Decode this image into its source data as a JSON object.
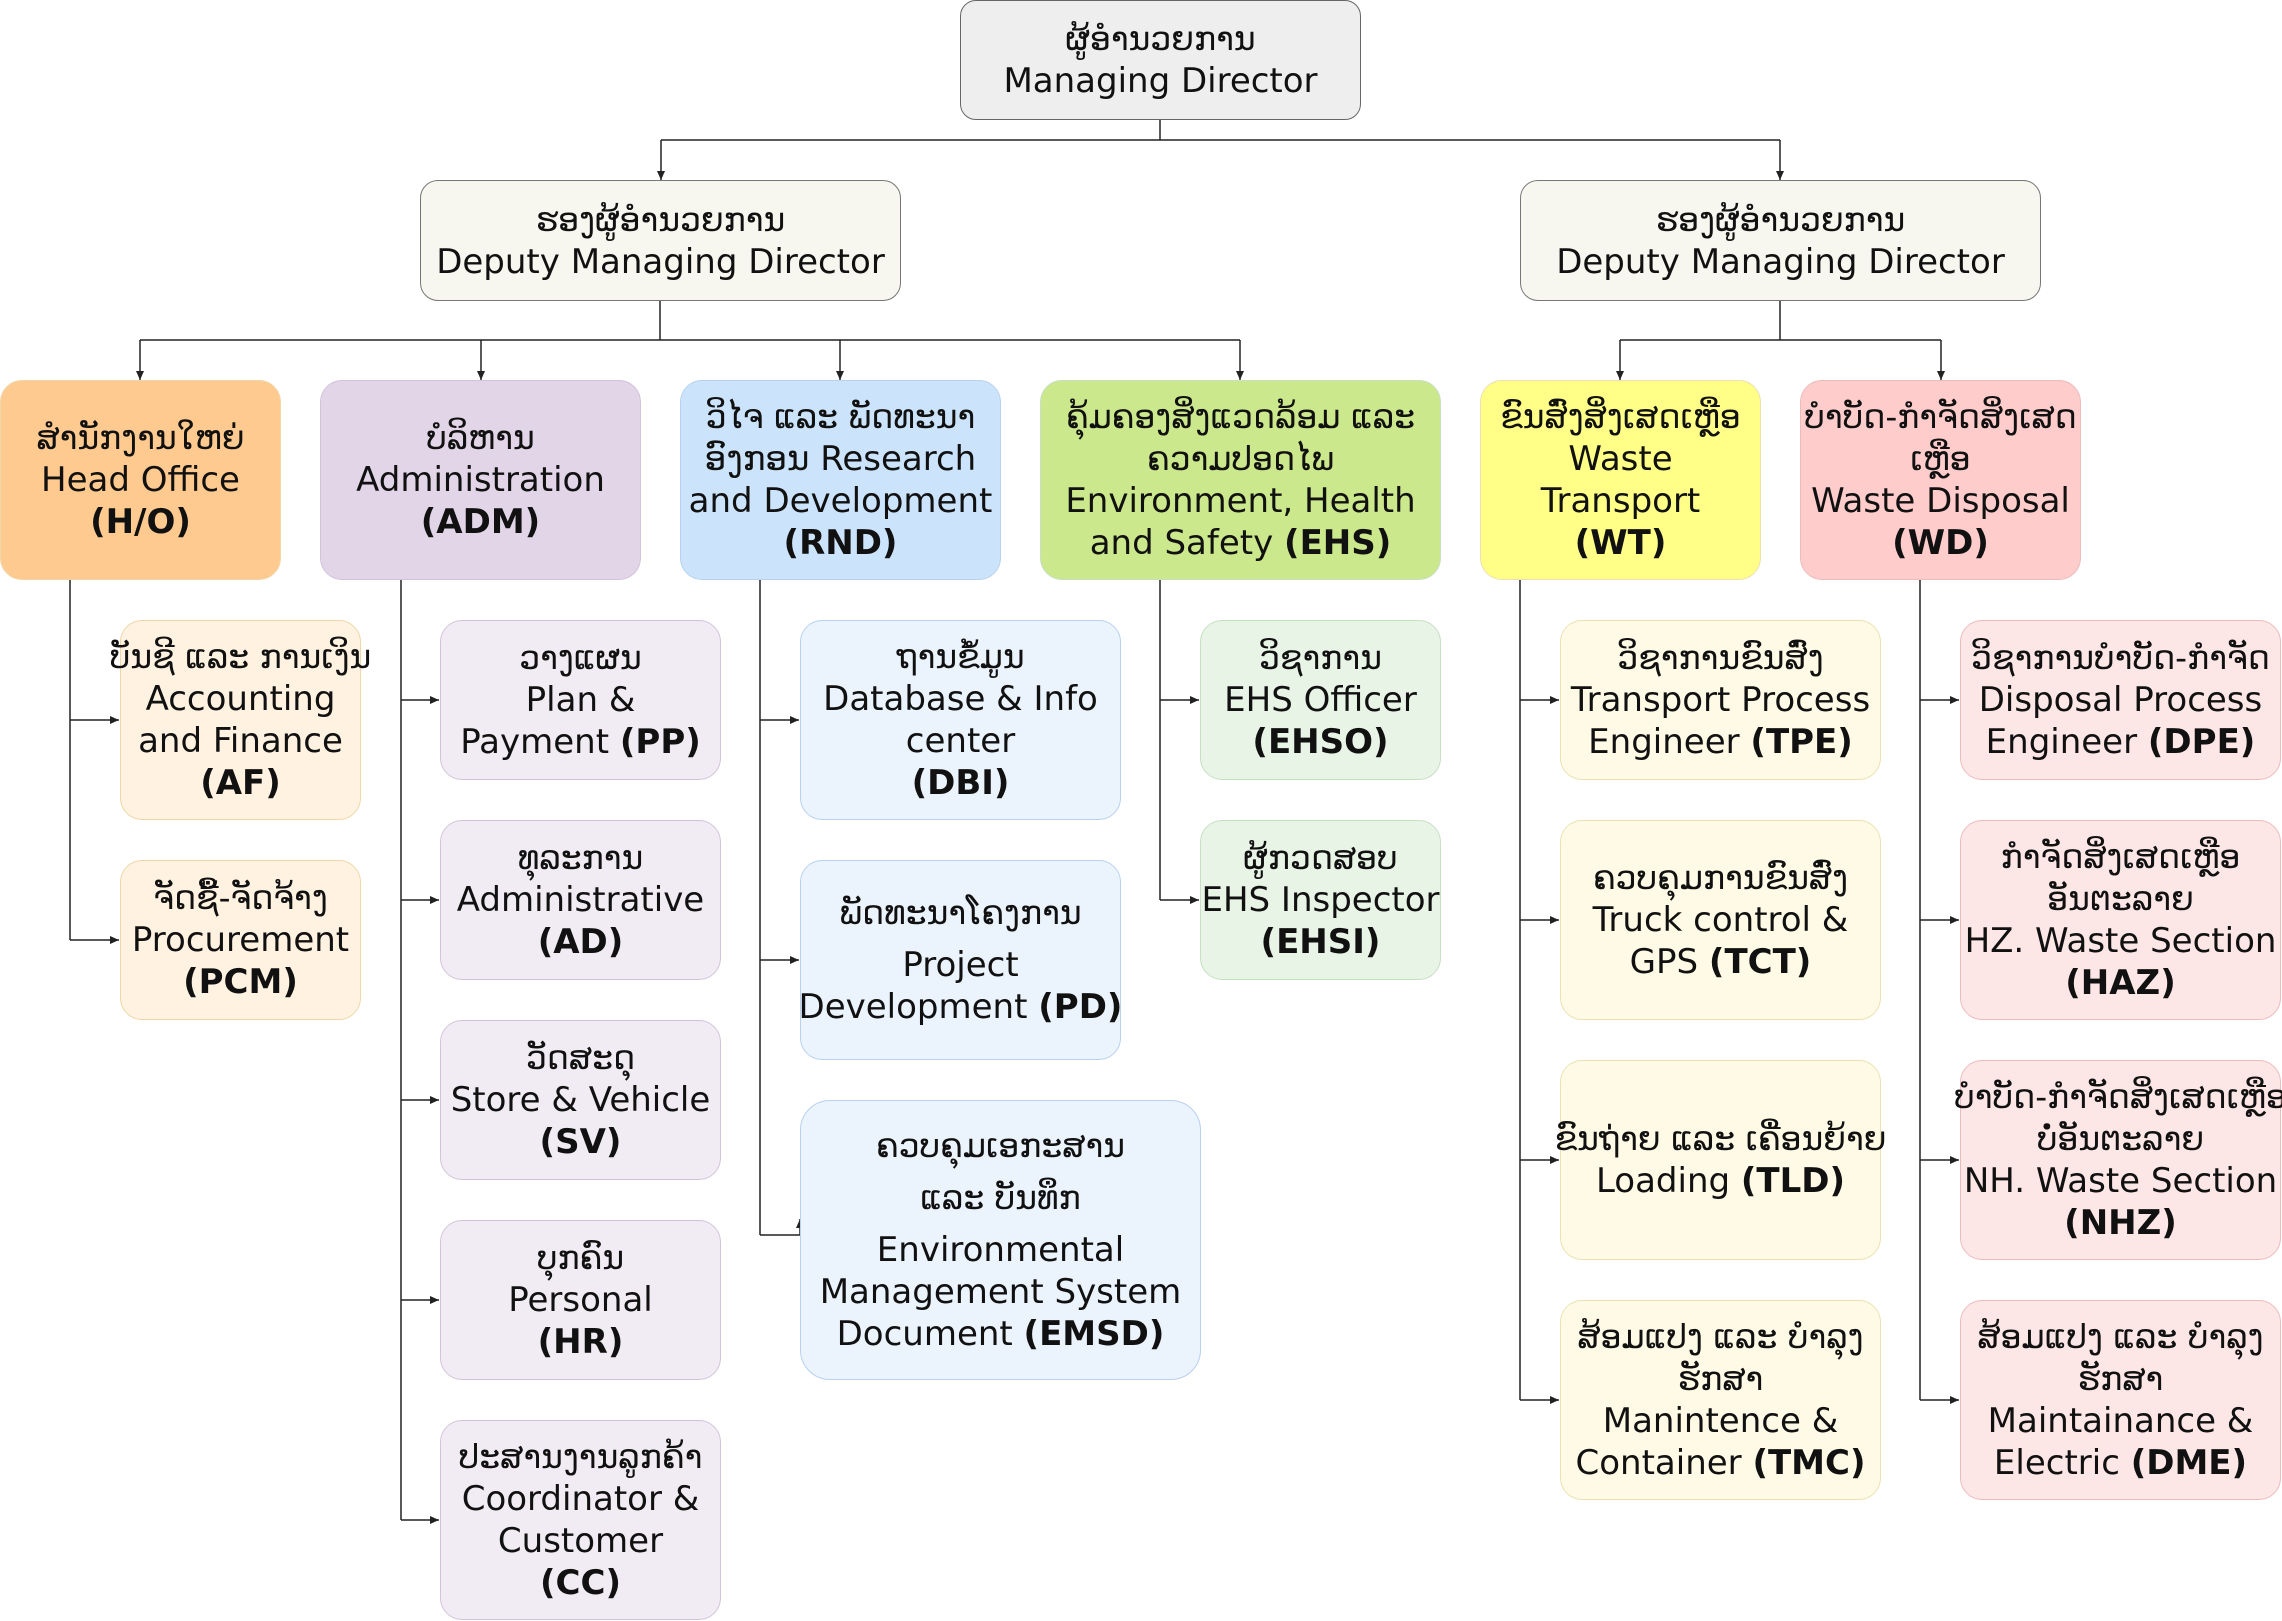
{
  "colors": {
    "director": "#eeeeee",
    "deputy": "#f7f6ef",
    "ho": "#ffca8f",
    "ho_sub": "#fff2e1",
    "ho_border": "#f0d6a8",
    "adm": "#e1d5e7",
    "adm_sub": "#f1ecf3",
    "adm_border": "#d2c3da",
    "rnd": "#cce4fb",
    "rnd_sub": "#ebf3fd",
    "rnd_border": "#b8d1ee",
    "ehs": "#cce88c",
    "ehs_sub": "#e8f4e6",
    "ehs_border": "#c7dfc3",
    "wt": "#ffff88",
    "wt_sub": "#fffae6",
    "wt_border": "#ebe1b2",
    "wd": "#ffcccc",
    "wd_sub": "#fde6e6",
    "wd_border": "#ecbcbc",
    "line": "#222222"
  },
  "nodes": {
    "md": {
      "lines": [
        {
          "t": "ຜູ້ອຳນວຍການ",
          "lao": true
        },
        {
          "t": "Managing Director"
        }
      ]
    },
    "dmd1": {
      "lines": [
        {
          "t": "ຮອງຜູ້ອຳນວຍການ",
          "lao": true
        },
        {
          "t": "Deputy Managing Director"
        }
      ]
    },
    "dmd2": {
      "lines": [
        {
          "t": "ຮອງຜູ້ອຳນວຍການ",
          "lao": true
        },
        {
          "t": "Deputy Managing Director"
        }
      ]
    },
    "ho": {
      "lines": [
        {
          "t": "ສຳນັກງານໃຫຍ່",
          "lao": true
        },
        {
          "t": "Head Office"
        },
        {
          "t": "",
          "b": "(H/O)"
        }
      ]
    },
    "adm": {
      "lines": [
        {
          "t": "ບໍລິຫານ",
          "lao": true
        },
        {
          "t": "Administration"
        },
        {
          "t": "",
          "b": "(ADM)"
        }
      ]
    },
    "rnd": {
      "lines": [
        {
          "t": "ວິໄຈ ແລະ ພັດທະນາ",
          "lao": true
        },
        {
          "t": "ອົງກອນ Research"
        },
        {
          "t": "and Development"
        },
        {
          "t": "",
          "b": "(RND)"
        }
      ]
    },
    "ehs": {
      "lines": [
        {
          "t": "ຄຸ້ມຄອງສິ່ງແວດລ້ອມ ແລະ",
          "lao": true
        },
        {
          "t": "ຄວາມປອດໄພ",
          "lao": true
        },
        {
          "t": "Environment, Health"
        },
        {
          "t": "and Safety ",
          "b": "(EHS)"
        }
      ]
    },
    "wt": {
      "lines": [
        {
          "t": "ຂົນສົ່ງສິ່ງເສດເຫຼືອ",
          "lao": true
        },
        {
          "t": "Waste"
        },
        {
          "t": "Transport"
        },
        {
          "t": "",
          "b": "(WT)"
        }
      ]
    },
    "wd": {
      "lines": [
        {
          "t": "ບຳບັດ-ກຳຈັດສິ່ງເສດ",
          "lao": true
        },
        {
          "t": "ເຫຼືອ",
          "lao": true
        },
        {
          "t": "Waste Disposal"
        },
        {
          "t": "",
          "b": "(WD)"
        }
      ]
    },
    "af": {
      "lines": [
        {
          "t": "ບັນຊີ ແລະ ການເງິນ",
          "lao": true
        },
        {
          "t": "Accounting"
        },
        {
          "t": "and Finance"
        },
        {
          "t": "",
          "b": "(AF)"
        }
      ]
    },
    "pcm": {
      "lines": [
        {
          "t": "ຈັດຊື້-ຈັດຈ້າງ",
          "lao": true
        },
        {
          "t": "Procurement"
        },
        {
          "t": "",
          "b": "(PCM)"
        }
      ]
    },
    "pp": {
      "lines": [
        {
          "t": "ວາງແຜນ",
          "lao": true
        },
        {
          "t": "Plan &"
        },
        {
          "t": "Payment ",
          "b": "(PP)"
        }
      ]
    },
    "ad": {
      "lines": [
        {
          "t": "ທຸລະການ",
          "lao": true
        },
        {
          "t": "Administrative"
        },
        {
          "t": "",
          "b": "(AD)"
        }
      ]
    },
    "sv": {
      "lines": [
        {
          "t": "ວັດສະດຸ",
          "lao": true
        },
        {
          "t": "Store & Vehicle"
        },
        {
          "t": "",
          "b": "(SV)"
        }
      ]
    },
    "hr": {
      "lines": [
        {
          "t": "ບຸກຄົນ",
          "lao": true
        },
        {
          "t": "Personal"
        },
        {
          "t": "",
          "b": "(HR)"
        }
      ]
    },
    "cc": {
      "lines": [
        {
          "t": "ປະສານງານລູກຄ້າ",
          "lao": true
        },
        {
          "t": "Coordinator &"
        },
        {
          "t": "Customer"
        },
        {
          "t": "",
          "b": "(CC)"
        }
      ]
    },
    "dbi": {
      "lines": [
        {
          "t": "ຖານຂໍ້ມູນ",
          "lao": true
        },
        {
          "t": "Database & Info"
        },
        {
          "t": "center"
        },
        {
          "t": "",
          "b": "(DBI)"
        }
      ]
    },
    "pd": {
      "lines": [
        {
          "t": "ພັດທະນາໂຄງການ",
          "lao": true,
          "gap": true
        },
        {
          "t": "Project"
        },
        {
          "t": "Development ",
          "b": "(PD)"
        }
      ]
    },
    "emsd": {
      "lines": [
        {
          "t": "ຄວບຄຸມເອກະສານ",
          "lao": true,
          "gap": true
        },
        {
          "t": "ແລະ ບັນທຶກ",
          "lao": true,
          "gap": true
        },
        {
          "t": "Environmental"
        },
        {
          "t": "Management System"
        },
        {
          "t": "Document ",
          "b": "(EMSD)"
        }
      ]
    },
    "ehso": {
      "lines": [
        {
          "t": "ວິຊາການ",
          "lao": true
        },
        {
          "t": "EHS Officer"
        },
        {
          "t": "",
          "b": "(EHSO)"
        }
      ]
    },
    "ehsi": {
      "lines": [
        {
          "t": "ຜູ້ກວດສອບ",
          "lao": true
        },
        {
          "t": "EHS Inspector"
        },
        {
          "t": "",
          "b": "(EHSI)"
        }
      ]
    },
    "tpe": {
      "lines": [
        {
          "t": "ວິຊາການຂົນສົ່ງ",
          "lao": true
        },
        {
          "t": "Transport Process"
        },
        {
          "t": "Engineer ",
          "b": "(TPE)"
        }
      ]
    },
    "tct": {
      "lines": [
        {
          "t": "ຄວບຄຸມການຂົນສົ່ງ",
          "lao": true
        },
        {
          "t": "Truck control &"
        },
        {
          "t": "GPS ",
          "b": "(TCT)"
        }
      ]
    },
    "tld": {
      "lines": [
        {
          "t": "ຂົນຖ່າຍ ແລະ ເຄື່ອນຍ້າຍ",
          "lao": true
        },
        {
          "t": "Loading ",
          "b": "(TLD)"
        }
      ]
    },
    "tmc": {
      "lines": [
        {
          "t": "ສ້ອມແປງ ແລະ ບຳລຸງ",
          "lao": true
        },
        {
          "t": "ຮັກສາ",
          "lao": true
        },
        {
          "t": "Manintence &"
        },
        {
          "t": "Container ",
          "b": "(TMC)"
        }
      ]
    },
    "dpe": {
      "lines": [
        {
          "t": "ວິຊາການບຳບັດ-ກຳຈັດ",
          "lao": true
        },
        {
          "t": "Disposal Process"
        },
        {
          "t": "Engineer ",
          "b": "(DPE)"
        }
      ]
    },
    "haz": {
      "lines": [
        {
          "t": "ກຳຈັດສິ່ງເສດເຫຼືອ",
          "lao": true
        },
        {
          "t": "ອັນຕະລາຍ",
          "lao": true
        },
        {
          "t": "HZ. Waste Section"
        },
        {
          "t": "",
          "b": "(HAZ)"
        }
      ]
    },
    "nhz": {
      "lines": [
        {
          "t": "ບຳບັດ-ກຳຈັດສິ່ງເສດເຫຼືອ",
          "lao": true
        },
        {
          "t": "ບໍ່ອັນຕະລາຍ",
          "lao": true
        },
        {
          "t": "NH. Waste Section"
        },
        {
          "t": "",
          "b": "(NHZ)"
        }
      ]
    },
    "dme": {
      "lines": [
        {
          "t": "ສ້ອມແປງ ແລະ ບຳລຸງ",
          "lao": true
        },
        {
          "t": "ຮັກສາ",
          "lao": true
        },
        {
          "t": "Maintainance &"
        },
        {
          "t": "Electric ",
          "b": "(DME)"
        }
      ]
    }
  }
}
